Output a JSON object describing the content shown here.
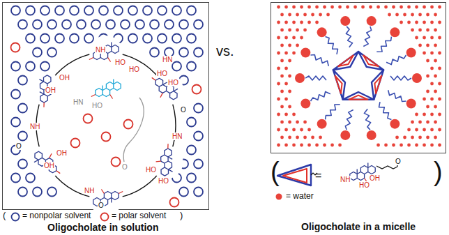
{
  "diagram": {
    "labels": [
      "vs.",
      "Oligocholate in solution",
      "Oligocholate in a micelle",
      "(",
      ")",
      "(",
      ")",
      "=",
      "NH",
      "HO",
      "OH",
      "O",
      "NH",
      "HO",
      "HO",
      "HN",
      "HO",
      "HO",
      "OH",
      "OH",
      "HN",
      "HO",
      "O",
      "HN",
      "NH",
      "O",
      "OH",
      "OH",
      "HO",
      "HO",
      "NH",
      "O",
      "O"
    ],
    "legend": [
      {
        "text": "= nonpolar solvent",
        "color": "#2b3a8f"
      },
      {
        "text": "= polar solvent",
        "color": "#d8322a"
      },
      {
        "text": "= water",
        "color": "#e8433a"
      }
    ]
  }
}
